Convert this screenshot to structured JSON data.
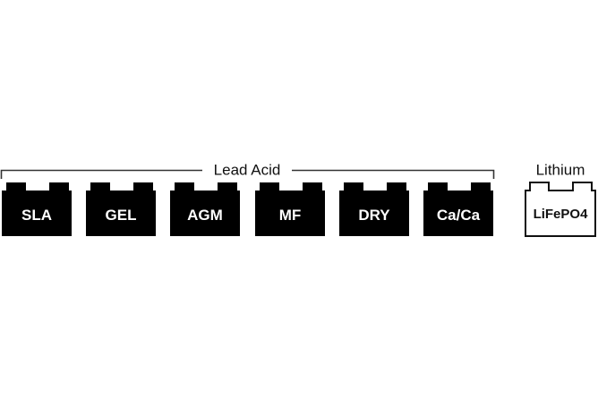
{
  "groups": {
    "lead_acid": {
      "label": "Lead Acid",
      "batteries": [
        "SLA",
        "GEL",
        "AGM",
        "MF",
        "DRY",
        "Ca/Ca"
      ]
    },
    "lithium": {
      "label": "Lithium",
      "batteries": [
        "LiFePO4"
      ]
    }
  },
  "colors": {
    "lead_acid_fill": "#000000",
    "lithium_fill": "#ffffff",
    "line": "#333333"
  }
}
